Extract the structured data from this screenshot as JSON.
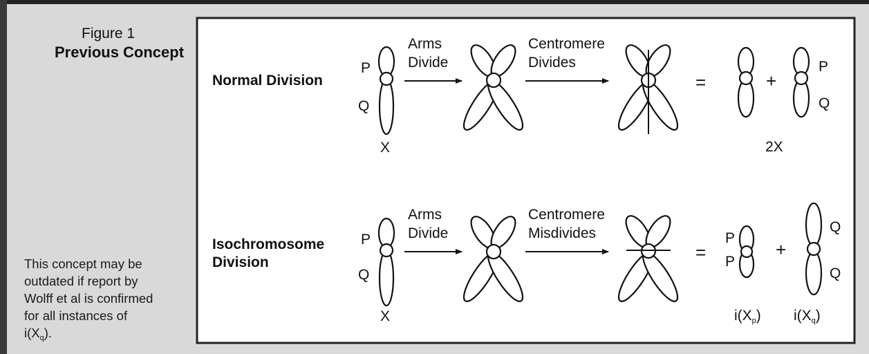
{
  "figure": {
    "caption": "Figure 1",
    "heading": "Previous Concept"
  },
  "rows": {
    "normal": {
      "title": "Normal Division",
      "p": "P",
      "q": "Q",
      "x_label": "X",
      "step1": [
        "Arms",
        "Divide"
      ],
      "step2": [
        "Centromere",
        "Divides"
      ],
      "equals": "=",
      "plus": "+",
      "result_p": "P",
      "result_q": "Q",
      "result_label": "2X"
    },
    "iso": {
      "title": [
        "Isochromosome",
        "Division"
      ],
      "p": "P",
      "q": "Q",
      "x_label": "X",
      "step1": [
        "Arms",
        "Divide"
      ],
      "step2": [
        "Centromere",
        "Misdivides"
      ],
      "equals": "=",
      "plus": "+",
      "left_p1": "P",
      "left_p2": "P",
      "right_q1": "Q",
      "right_q2": "Q",
      "label_left": "i(X",
      "label_left_sub": "p",
      "label_right": "i(X",
      "label_right_sub": "q",
      "label_close": ")"
    }
  },
  "note": {
    "lines": [
      "This concept may be",
      "outdated if report by",
      "Wolff et al is confirmed",
      "for all instances of"
    ],
    "last": "i(X",
    "last_sub": "q",
    "last_close": ")."
  },
  "colors": {
    "panel_bg": "#d9d9d9",
    "box_bg": "#ffffff",
    "ink": "#111111"
  }
}
